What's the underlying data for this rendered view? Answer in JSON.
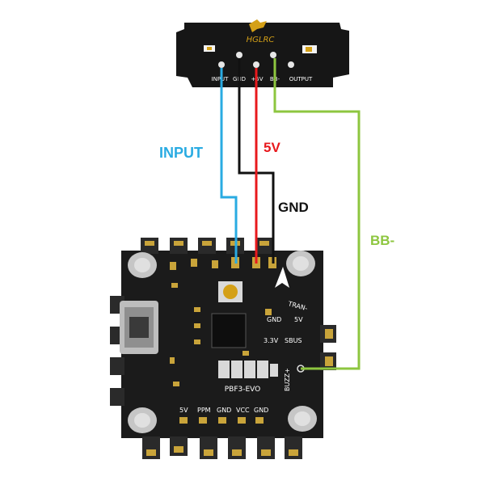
{
  "buzzer_module": {
    "logo_text": "HGLRC",
    "pins": [
      "INPUT",
      "GND",
      "+5V",
      "BB-",
      "OUTPUT"
    ]
  },
  "wires": {
    "input": {
      "label": "INPUT",
      "color": "#29abe2"
    },
    "five_v": {
      "label": "5V",
      "color": "#e8191d"
    },
    "gnd": {
      "label": "GND",
      "color": "#111111"
    },
    "bb": {
      "label": "BB-",
      "color": "#8dc63f"
    }
  },
  "flight_controller": {
    "model": "PBF3-EVO",
    "labels": {
      "tran": "TRAN-",
      "gnd": "GND",
      "five_v": "5V",
      "three_v": "3.3V",
      "sbus": "SBUS",
      "buzzer": "BUZZ+",
      "bottom_5v": "5V",
      "ppm": "PPM",
      "bottom_gnd": "GND",
      "vcc": "VCC",
      "bottom_gnd2": "GND"
    }
  }
}
